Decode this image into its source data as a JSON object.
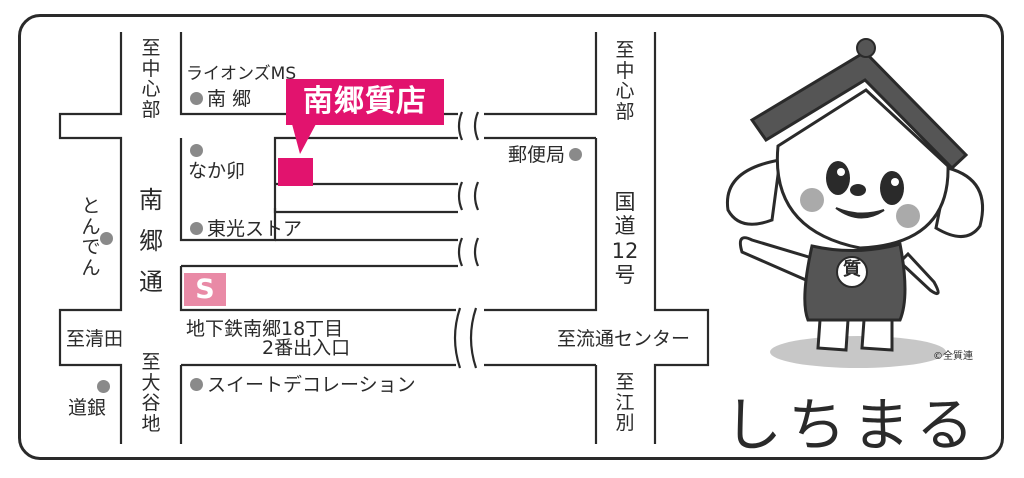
{
  "map": {
    "shop_name": "南郷質店",
    "left_road_top": [
      "至",
      "中",
      "心",
      "部"
    ],
    "left_road_bottom": [
      "至",
      "大",
      "谷",
      "地"
    ],
    "main_road": [
      "南",
      "郷",
      "通"
    ],
    "right_road_top": [
      "至",
      "中",
      "心",
      "部"
    ],
    "right_road_middle": [
      "国",
      "道",
      "12",
      "号"
    ],
    "right_road_bottom": [
      "至",
      "江",
      "別"
    ],
    "west_direction": "至清田",
    "east_direction": "至流通センター",
    "landmarks": {
      "lions_1": "ライオンズMS",
      "lions_2": "南 郷",
      "nakau": "なか卯",
      "toko": "東光ストア",
      "post": "郵便局",
      "tonden": [
        "と",
        "ん",
        "で",
        "ん"
      ],
      "doginn": "道銀",
      "sweet": "スイートデコレーション",
      "subway_1": "地下鉄南郷18丁目",
      "subway_2": "2番出入口"
    },
    "subway_symbol": "S",
    "brand_name": "しちまる",
    "copyright": "©全質連",
    "mascot_badge": "質"
  },
  "colors": {
    "accent": "#e2136e",
    "subway": "#e98aa6",
    "landmark_dot": "#8a8a8a"
  }
}
